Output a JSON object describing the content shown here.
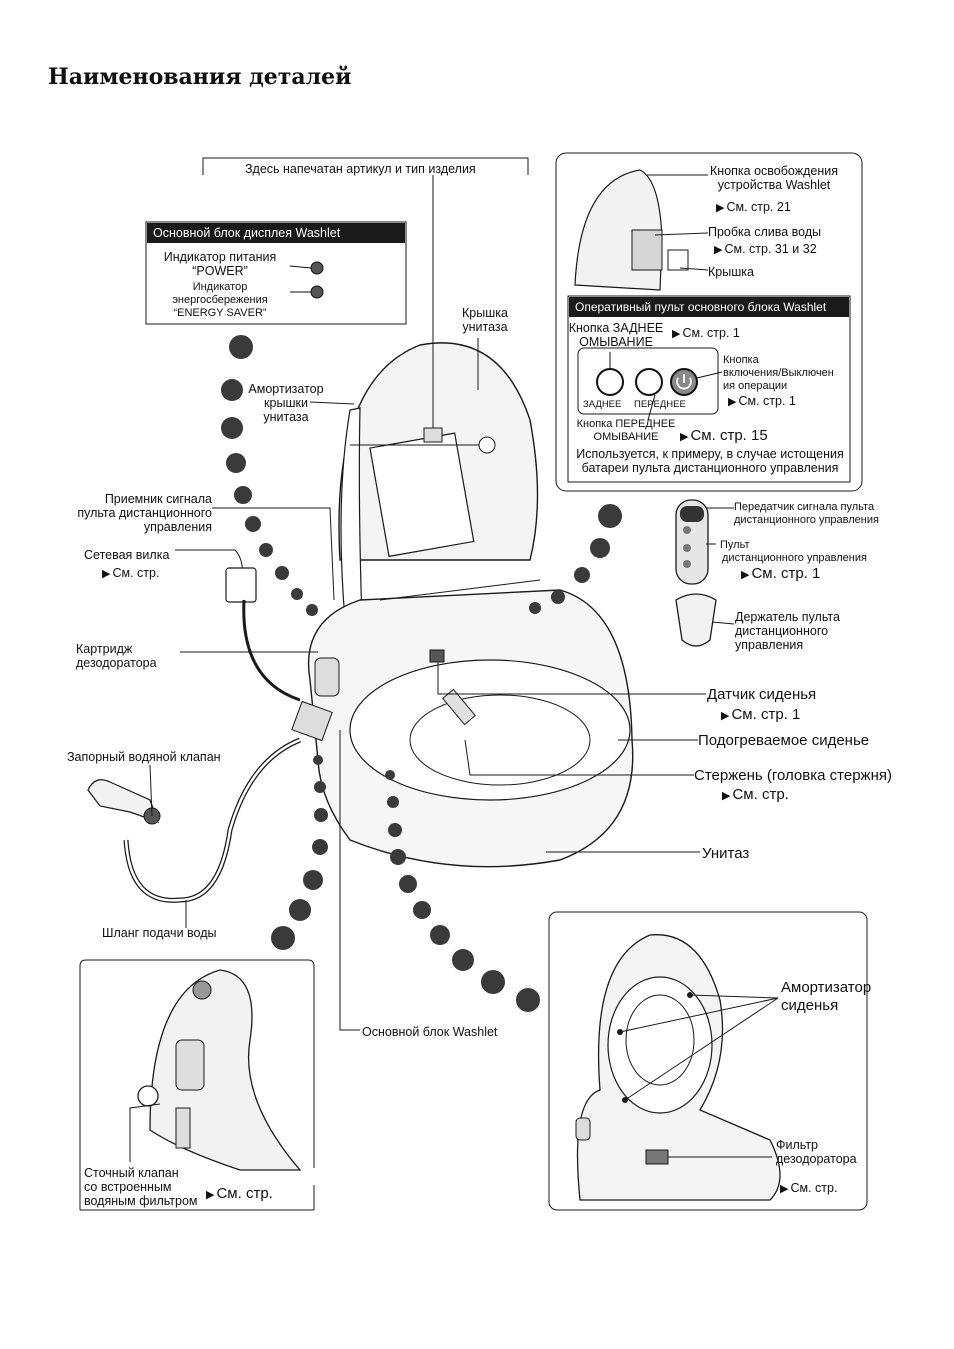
{
  "page": {
    "title": "Наименования деталей"
  },
  "labels": {
    "article_type": "Здесь напечатан артикул и тип изделия",
    "display_unit_header": "Основной блок дисплея Washlet",
    "power_indicator_l1": "Индикатор питания",
    "power_indicator_l2": "“POWER”",
    "energy_indicator_l1": "Индикатор",
    "energy_indicator_l2": "энергосбережения",
    "energy_indicator_l3": "“ENERGY SAVER”",
    "lid_l1": "Крышка",
    "lid_l2": "унитаза",
    "lid_damper_l1": "Амортизатор",
    "lid_damper_l2": "крышки",
    "lid_damper_l3": "унитаза",
    "receiver_l1": "Приемник сигнала",
    "receiver_l2": "пульта дистанционного",
    "receiver_l3": "управления",
    "plug": "Сетевая вилка",
    "plug_ref": "См. стр.",
    "cartridge_l1": "Картридж",
    "cartridge_l2": "дезодоратора",
    "shutoff_valve": "Запорный водяной клапан",
    "supply_hose": "Шланг подачи воды",
    "release_btn_l1": "Кнопка освобождения",
    "release_btn_l2": "устройства Washlet",
    "release_ref": "См. стр. 21",
    "drain_plug": "Пробка слива воды",
    "drain_ref": "См. стр. 31 и 32",
    "cover": "Крышка",
    "panel_header": "Оперативный пульт основного блока Washlet",
    "rear_btn_l1": "Кнопка ЗАДНЕЕ",
    "rear_btn_l2": "ОМЫВАНИЕ",
    "rear_ref": "См. стр. 1",
    "power_btn_l1": "Кнопка",
    "power_btn_l2": "включения/Выключен",
    "power_btn_l3": "ия операции",
    "power_ref": "См. стр. 1",
    "btn_rear_caption": "ЗАДНЕЕ",
    "btn_front_caption": "ПЕРЕДНЕЕ",
    "front_btn_l1": "Кнопка ПЕРЕДНЕЕ",
    "front_btn_l2": "ОМЫВАНИЕ",
    "front_ref": "См. стр. 15",
    "usage_l1": "Используется, к примеру, в случае истощения",
    "usage_l2": "батареи пульта дистанционного управления",
    "transmitter_l1": "Передатчик сигнала пульта",
    "transmitter_l2": "дистанционного управления",
    "remote_l1": "Пульт",
    "remote_l2": "дистанционного управления",
    "remote_ref": "См. стр. 1",
    "holder_l1": "Держатель пульта",
    "holder_l2": "дистанционного",
    "holder_l3": "управления",
    "seat_sensor": "Датчик сиденья",
    "seat_sensor_ref": "См. стр. 1",
    "heated_seat": "Подогреваемое сиденье",
    "wand": "Стержень (головка стержня)",
    "wand_ref": "См. стр.",
    "bowl": "Унитаз",
    "main_unit": "Основной блок Washlet",
    "drain_valve_l1": "Сточный клапан",
    "drain_valve_l2": "со встроенным",
    "drain_valve_l3": "водяным фильтром",
    "drain_valve_ref": "См. стр.",
    "seat_damper_l1": "Амортизатор",
    "seat_damper_l2": "сиденья",
    "deo_filter_l1": "Фильтр",
    "deo_filter_l2": "дезодоратора",
    "deo_filter_ref": "См. стр."
  },
  "colors": {
    "line": "#1a1a1a",
    "fill_light": "#f2f2f2",
    "fill_mid": "#d6d6d6",
    "dots": "#3a3a3a"
  }
}
